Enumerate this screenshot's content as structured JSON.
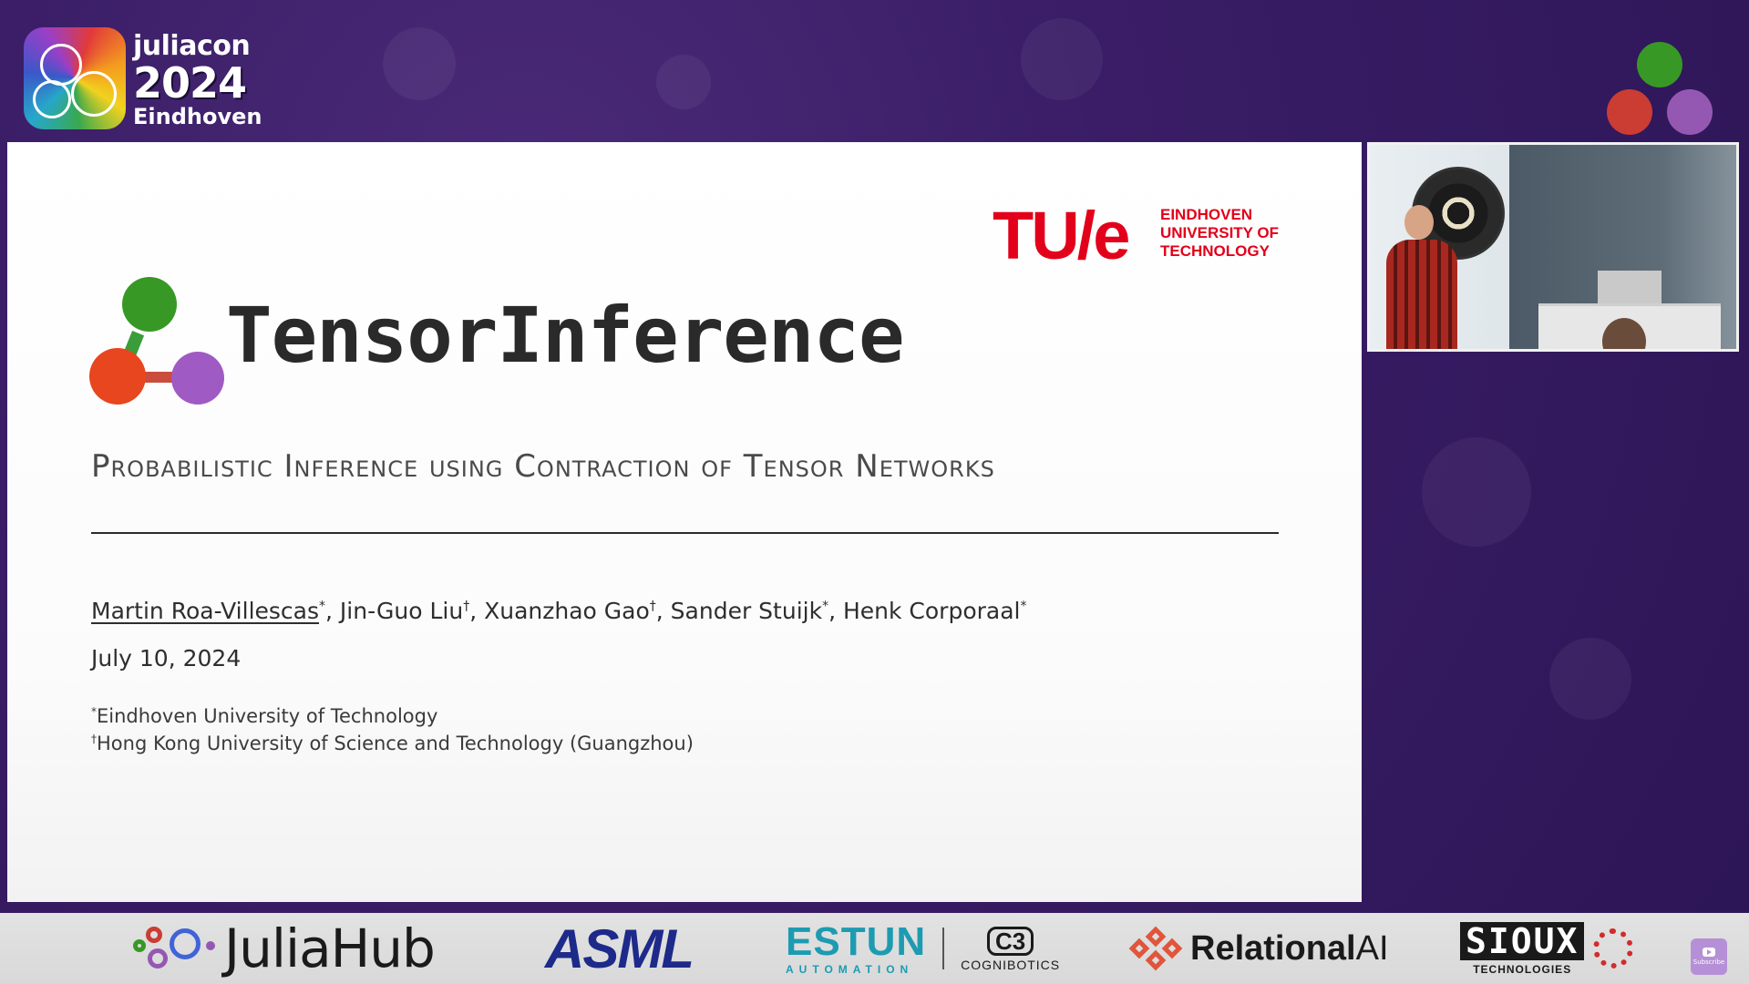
{
  "conference": {
    "name": "juliacon",
    "year": "2024",
    "city": "Eindhoven"
  },
  "slide": {
    "university": {
      "mark": "TU/e",
      "name_lines": [
        "EINDHOVEN",
        "UNIVERSITY OF",
        "TECHNOLOGY"
      ]
    },
    "title": "TensorInference",
    "subtitle": "Probabilistic Inference using Contraction of Tensor Networks",
    "authors": [
      {
        "name": "Martin Roa-Villescas",
        "mark": "*"
      },
      {
        "name": "Jin-Guo Liu",
        "mark": "†"
      },
      {
        "name": "Xuanzhao Gao",
        "mark": "†"
      },
      {
        "name": "Sander Stuijk",
        "mark": "*"
      },
      {
        "name": "Henk Corporaal",
        "mark": "*"
      }
    ],
    "date": "July 10, 2024",
    "affiliations": [
      {
        "mark": "*",
        "text": "Eindhoven University of Technology"
      },
      {
        "mark": "†",
        "text": "Hong Kong University of Science and Technology (Guangzhou)"
      }
    ]
  },
  "sponsors": {
    "juliahub": "JuliaHub",
    "asml": "ASML",
    "estun": "ESTUN",
    "estun_sub": "AUTOMATION",
    "cogni_mark": "C3",
    "cogni_name": "COGNIBOTICS",
    "relationalai_bold": "Relational",
    "relationalai_light": "AI",
    "sioux": "SIOUX",
    "sioux_sub": "TECHNOLOGIES"
  },
  "subscribe_label": "Subscribe",
  "colors": {
    "background": "#3a1d66",
    "julia_green": "#389826",
    "julia_red": "#cb3c33",
    "julia_purple": "#9558b2",
    "tue_red": "#e2001a"
  }
}
